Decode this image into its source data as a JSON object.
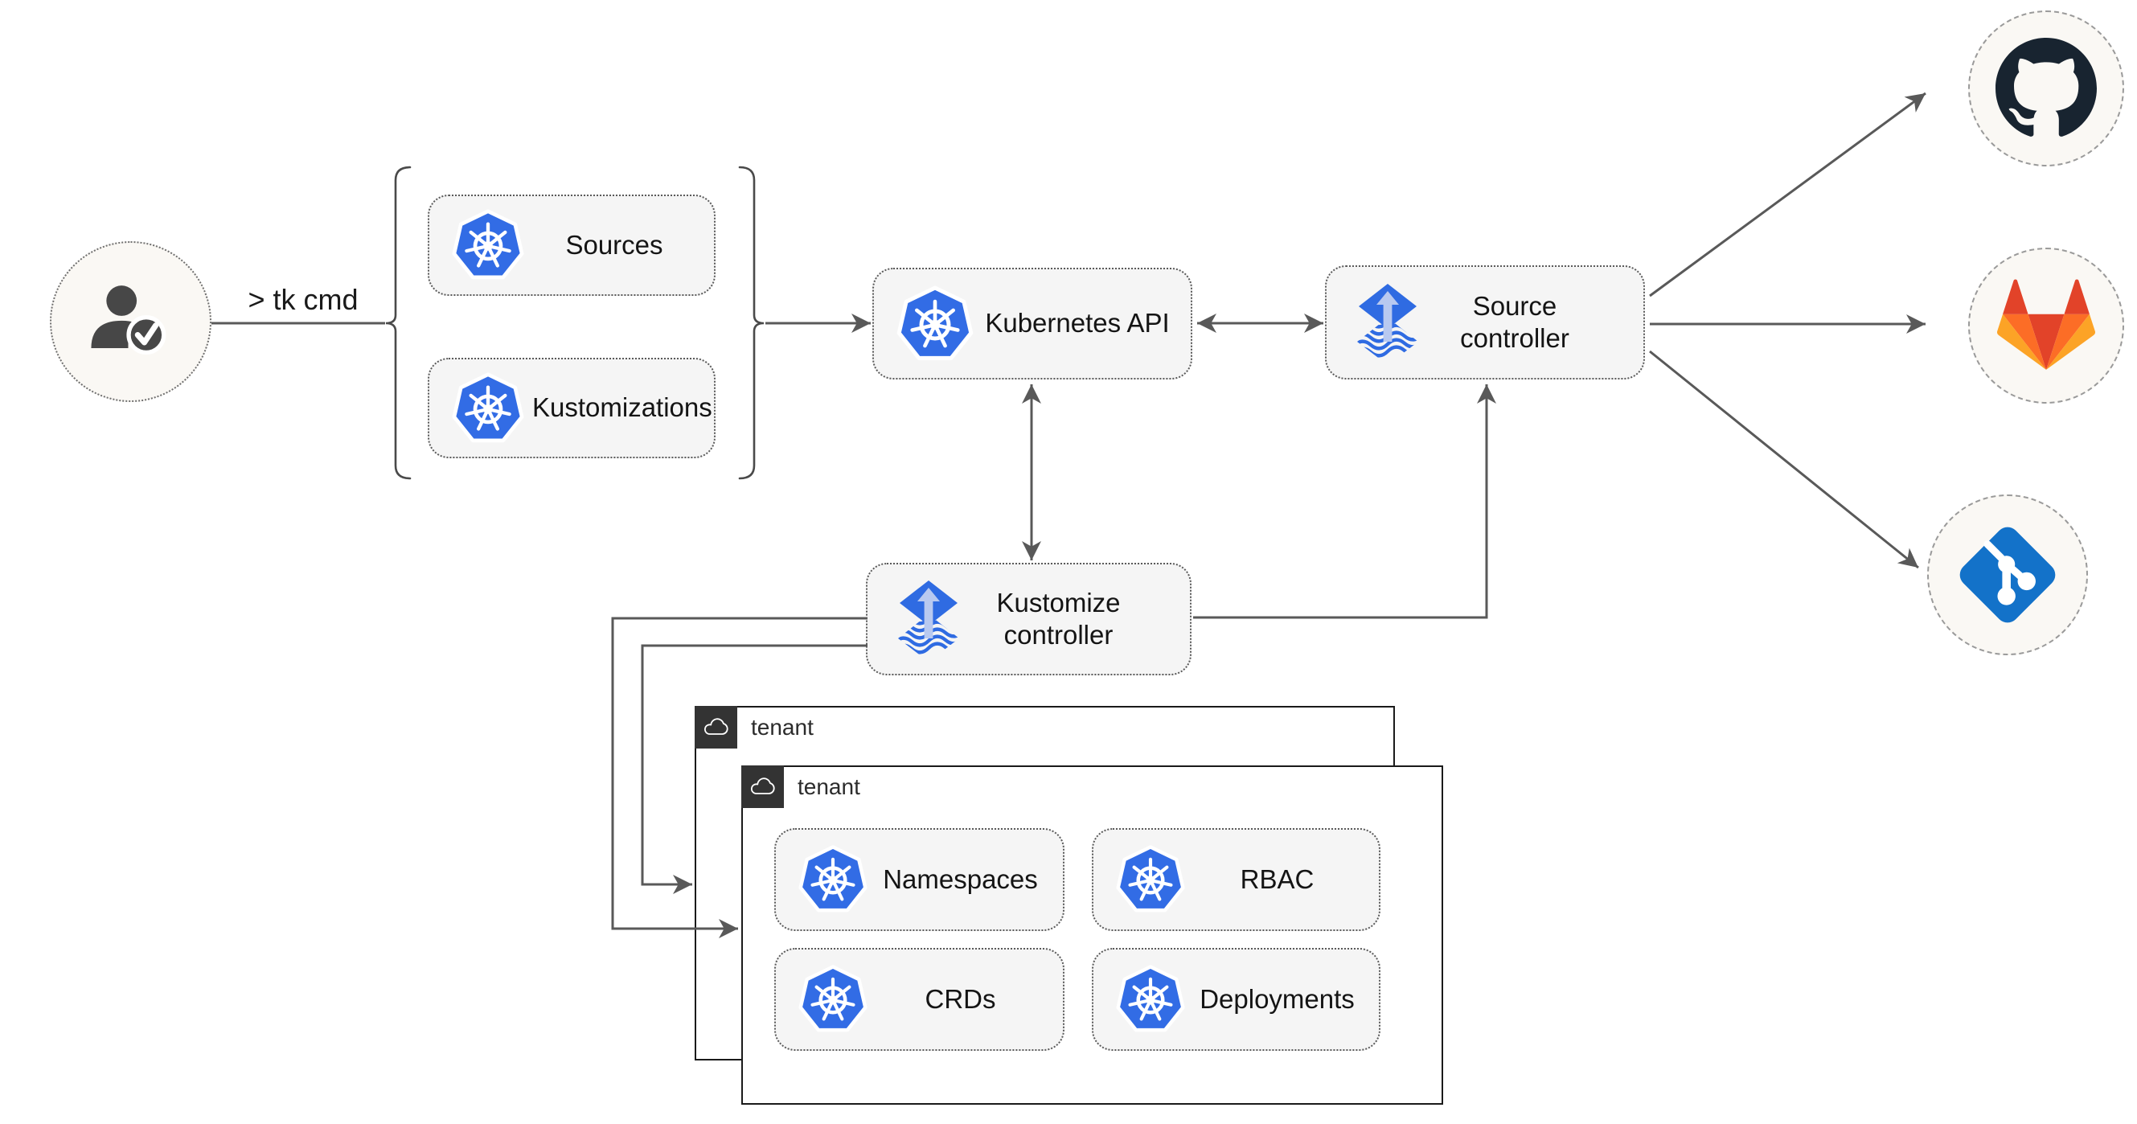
{
  "actor": {
    "label": "> tk cmd",
    "icon": "user-check-icon"
  },
  "group": {
    "sources": {
      "label": "Sources",
      "icon": "kubernetes-icon"
    },
    "kustomizations": {
      "label": "Kustomizations",
      "icon": "kubernetes-icon"
    }
  },
  "nodes": {
    "kubernetes_api": {
      "label": "Kubernetes API",
      "icon": "kubernetes-icon"
    },
    "source_controller": {
      "label": "Source controller",
      "icon": "flux-icon"
    },
    "kustomize_controller": {
      "label": "Kustomize controller",
      "icon": "flux-icon"
    }
  },
  "tenants": {
    "back": {
      "label": "tenant",
      "icon": "cloud-icon"
    },
    "front": {
      "label": "tenant",
      "icon": "cloud-icon"
    },
    "resources": {
      "namespaces": {
        "label": "Namespaces",
        "icon": "kubernetes-icon"
      },
      "rbac": {
        "label": "RBAC",
        "icon": "kubernetes-icon"
      },
      "crds": {
        "label": "CRDs",
        "icon": "kubernetes-icon"
      },
      "deployments": {
        "label": "Deployments",
        "icon": "kubernetes-icon"
      }
    }
  },
  "providers": {
    "github": {
      "icon": "github-icon"
    },
    "gitlab": {
      "icon": "gitlab-icon"
    },
    "git": {
      "icon": "git-icon"
    }
  },
  "colors": {
    "kubernetes_blue": "#326ce5",
    "flux_blue": "#2f6be2",
    "flux_arrow_light": "#b8c9f0",
    "github_dark": "#182430",
    "gitlab_red": "#e24329",
    "gitlab_orange": "#fc6d26",
    "gitlab_light_orange": "#fca326",
    "git_blue": "#1372c9",
    "connector_gray": "#595959",
    "node_fill": "#f5f5f5",
    "tenant_header_dark": "#333333",
    "circle_fill": "#faf8f4"
  }
}
